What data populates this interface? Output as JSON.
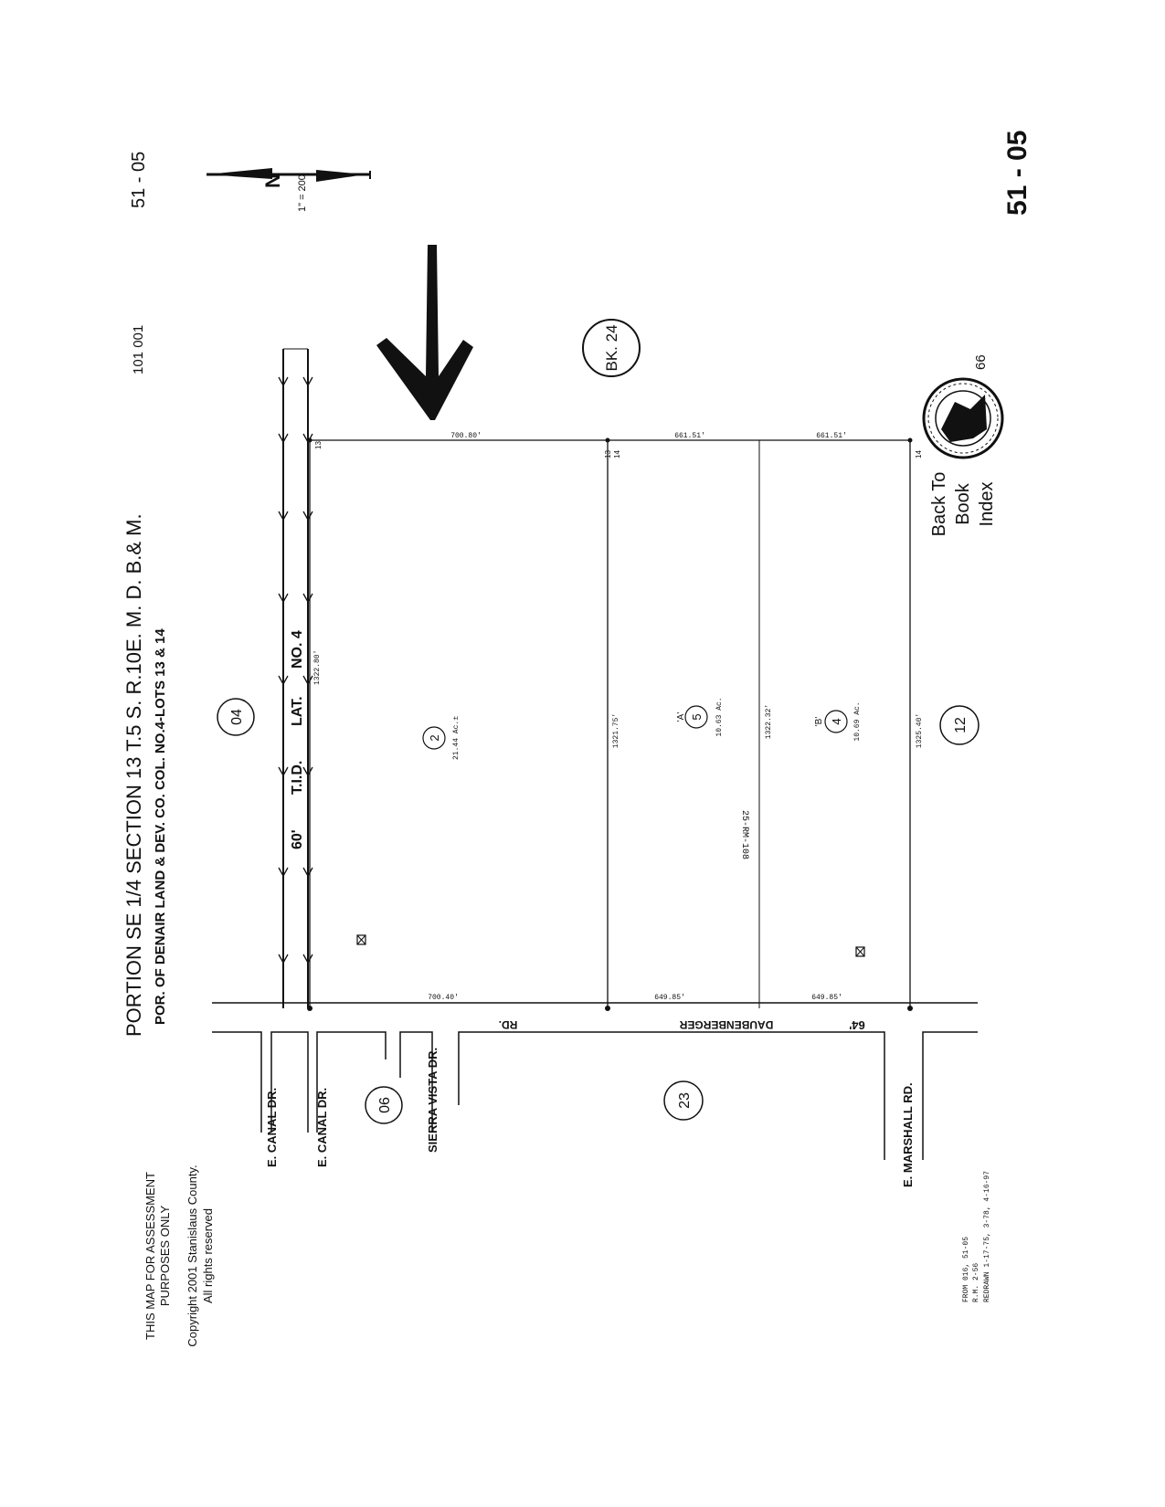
{
  "title": {
    "main": "PORTION SE 1/4 SECTION 13 T.5 S. R.10E. M. D. B.& M.",
    "sub": "POR. OF DENAIR LAND & DEV. CO. COL. NO.4-LOTS 13 & 14"
  },
  "code": "101 001",
  "page_number_small": "51 - 05",
  "page_number_large": "51 - 05",
  "scale": "1\" = 200'",
  "north_label": "N",
  "book_badge": "BK. 24",
  "adjacent_pages": [
    "04",
    "06",
    "23",
    "12"
  ],
  "canal": {
    "width_label": "60'",
    "name": "T.I.D.",
    "lat": "LAT.",
    "no": "NO. 4",
    "length": "1322.80'"
  },
  "road": {
    "name": "DAUBENBERGER",
    "suffix": "RD.",
    "width": "64'"
  },
  "streets": {
    "canal_dr_1": "E. CANAL DR.",
    "canal_dr_2": "E. CANAL DR.",
    "sierra_vista": "SIERRA VISTA DR.",
    "marshall": "E. MARSHALL RD."
  },
  "parcels": [
    {
      "number": "2",
      "lot": "",
      "acres": "21.44 Ac.±"
    },
    {
      "number": "5",
      "lot": "'A'",
      "acres": "10.63 Ac."
    },
    {
      "number": "4",
      "lot": "'B'",
      "acres": "10.69 Ac."
    }
  ],
  "dimensions": {
    "top_left": "700.80'",
    "top_mid": "661.51'",
    "top_right": "661.51'",
    "bottom_left": "700.40'",
    "bottom_mid": "649.85'",
    "bottom_right": "649.85'",
    "line_1": "1321.75'",
    "line_2": "1322.32'",
    "line_3": "1325.40'",
    "record": "25-RM-108"
  },
  "corner_labels": [
    "13",
    "14",
    "13",
    "14"
  ],
  "seal_number": "66",
  "back_link": [
    "Back To",
    "Book",
    "Index"
  ],
  "disclaimer": [
    "THIS MAP FOR ASSESSMENT",
    "PURPOSES ONLY",
    "Copyright 2001 Stanislaus County.",
    "All rights reserved"
  ],
  "notes": [
    "FROM 016, 51-05",
    "R.M. 2-56",
    "REDRAWN 1-17-75, 3-78, 4-16-97"
  ]
}
